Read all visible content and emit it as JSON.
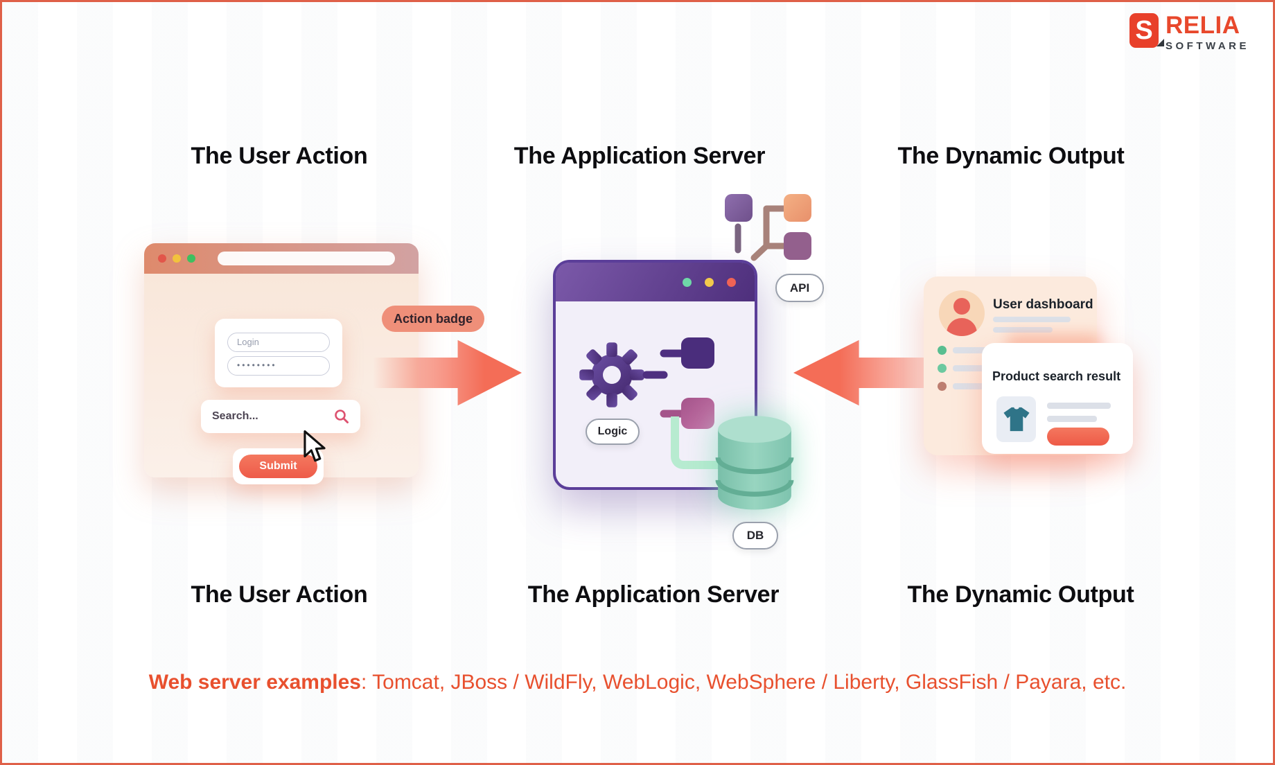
{
  "logo": {
    "mark": "S",
    "name": "RELIA",
    "subtitle": "SOFTWARE",
    "brand_color": "#E8482C",
    "subtitle_color": "#3A4047"
  },
  "headers": {
    "top": [
      "The User Action",
      "The Application Server",
      "The Dynamic Output"
    ],
    "bottom": [
      "The User Action",
      "The Application Server",
      "The Dynamic Output"
    ]
  },
  "browser": {
    "login_placeholder": "Login",
    "password_mask": "••••••••",
    "search_placeholder": "Search...",
    "submit_label": "Submit"
  },
  "action_badge": {
    "label": "Action badge",
    "bg_color": "#EF8F79"
  },
  "app_server": {
    "logic_label": "Logic",
    "api_label": "API",
    "db_label": "DB",
    "window_border_color": "#5B3E99",
    "titlebar_dot_colors": [
      "#6FD8A8",
      "#F2C94C",
      "#F06355"
    ]
  },
  "output": {
    "dashboard_title": "User dashboard",
    "product_card_title": "Product search result"
  },
  "footer": {
    "bold": "Web server examples",
    "rest": ": Tomcat, JBoss / WildFly, WebLogic, WebSphere / Liberty, GlassFish / Payara, etc."
  },
  "icons": {
    "search": "magnifier",
    "cursor": "pointer-arrow",
    "gear": "cog",
    "database": "cylinder",
    "api_nodes": "connected-squares",
    "avatar": "person",
    "tshirt": "t-shirt",
    "traffic_lights_browser": [
      "#E2564A",
      "#F2C23D",
      "#3FBF5F"
    ]
  },
  "colors": {
    "frame_border": "#DF6048",
    "accent_salmon": "#F46D57",
    "purple_dark": "#4E2F7C",
    "teal_db": "#7EC3AE",
    "footer_text": "#E8502E"
  }
}
